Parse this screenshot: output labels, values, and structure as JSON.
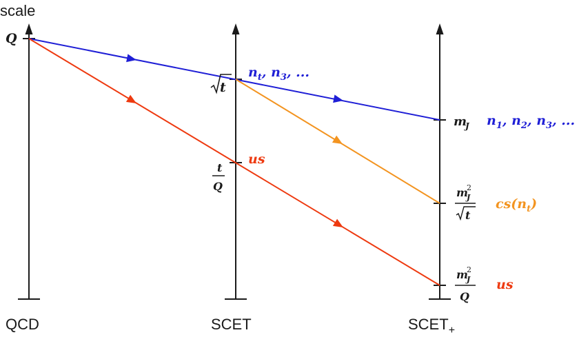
{
  "axis_label": "scale",
  "theories": [
    "QCD",
    "SCET",
    "SCET",
    "+"
  ],
  "scales": {
    "Q": "Q",
    "sqrt_t": "t",
    "t_over_Q_num": "t",
    "t_over_Q_den": "Q",
    "mJ_m": "m",
    "mJ_sub": "J",
    "mJ2_sqrt_t_num_m": "m",
    "mJ2_sqrt_t_num_sup": "2",
    "mJ2_sqrt_t_num_sub": "J",
    "mJ2_sqrt_t_den": "t",
    "mJ2_Q_num_m": "m",
    "mJ2_Q_num_sup": "2",
    "mJ2_Q_num_sub": "J",
    "mJ2_Q_den": "Q"
  },
  "modes": {
    "collinear_scet_n": "n",
    "collinear_scet_sub": "t",
    "collinear_scet_rest": ", n",
    "collinear_scet_sub2": "3",
    "collinear_scet_tail": ", ...",
    "ultrasoft_scet": "us",
    "collinear_plus_n1": "n",
    "collinear_plus_sub1": "1",
    "collinear_plus_n2": ", n",
    "collinear_plus_sub2": "2",
    "collinear_plus_n3": ", n",
    "collinear_plus_sub3": "3",
    "collinear_plus_tail": ", ...",
    "csoft_pre": "cs(n",
    "csoft_sub": "t",
    "csoft_post": ")",
    "ultrasoft_plus": "us"
  },
  "colors": {
    "axis": "#1a1a1a",
    "collinear": "#1f1fd6",
    "csoft": "#f39420",
    "ultrasoft": "#ee3a10"
  }
}
